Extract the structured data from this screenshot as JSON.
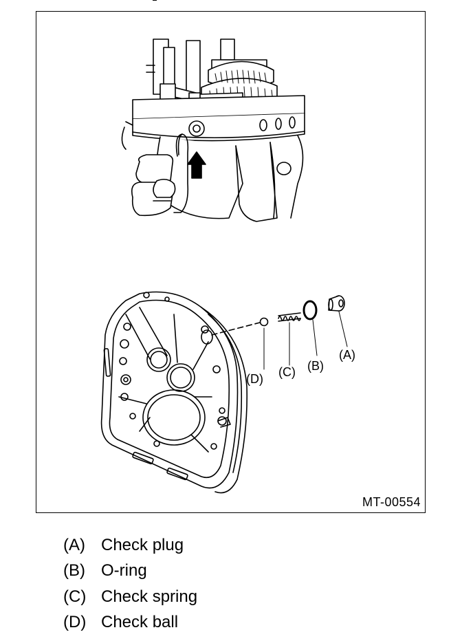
{
  "figure": {
    "id_label": "MT-00554",
    "callouts": {
      "a": "(A)",
      "b": "(B)",
      "c": "(C)",
      "d": "(D)"
    }
  },
  "legend": [
    {
      "key": "(A)",
      "text": "Check plug"
    },
    {
      "key": "(B)",
      "text": "O-ring"
    },
    {
      "key": "(C)",
      "text": "Check spring"
    },
    {
      "key": "(D)",
      "text": "Check ball"
    }
  ],
  "icons": {
    "pointer": "up-arrow-icon"
  }
}
